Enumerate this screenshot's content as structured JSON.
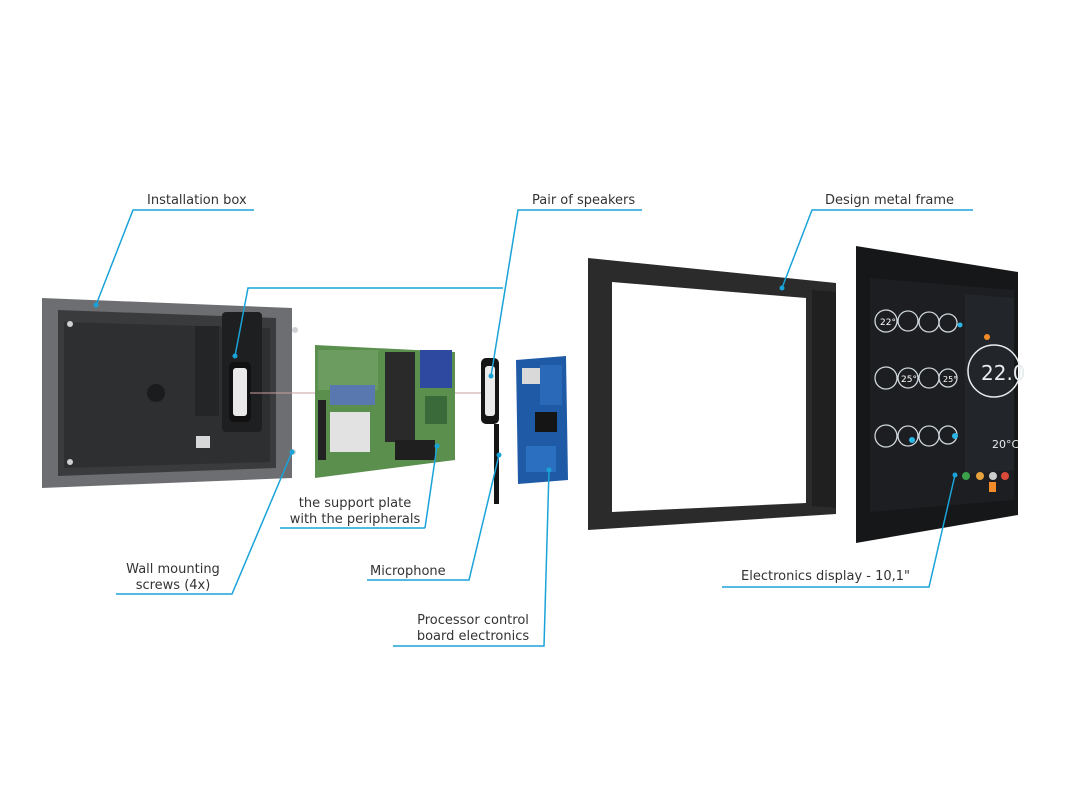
{
  "colors": {
    "leader": "#1aa3d9",
    "frame": "#2b2b2b",
    "screen": "#1a1c1f",
    "accent": "#2bb6e6",
    "box": "#5a5c5f",
    "pcb": "#3f7a3a",
    "board": "#1f5aa6"
  },
  "labels": {
    "installation_box": "Installation box",
    "pair_of_speakers": "Pair of speakers",
    "design_metal_frame": "Design metal frame",
    "support_plate_line1": "the support plate",
    "support_plate_line2": "with the peripherals",
    "wall_screws_line1": "Wall mounting",
    "wall_screws_line2": "screws (4x)",
    "microphone": "Microphone",
    "processor_line1": "Processor control",
    "processor_line2": "board electronics",
    "electronics_display": "Electronics display - 10,1\""
  },
  "display": {
    "big_temp": "22.0",
    "small_temp": "20°C",
    "tile_values": [
      "22°",
      "25°",
      "25°"
    ]
  }
}
